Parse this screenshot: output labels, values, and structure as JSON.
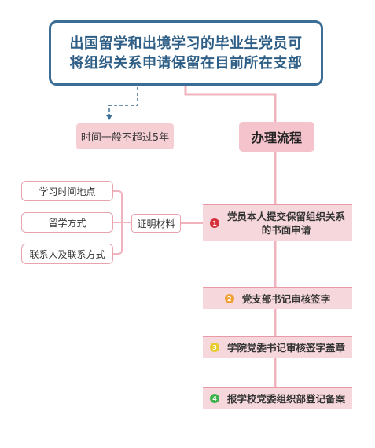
{
  "title": {
    "line1": "出国留学和出境学习的毕业生党员可",
    "line2": "将组织关系申请保留在目前所在支部"
  },
  "time_limit": "时间一般不超过5年",
  "flow_title": "办理流程",
  "steps": [
    {
      "number": "1",
      "label": "党员本人提交保留组织关系的书面申请",
      "color": "#d6323c"
    },
    {
      "number": "2",
      "label": "党支部书记审核签字",
      "color": "#f0a033"
    },
    {
      "number": "3",
      "label": "学院党委书记审核签字盖章",
      "color": "#e8cc2d"
    },
    {
      "number": "4",
      "label": "报学校党委组织部登记备案",
      "color": "#3db14b"
    }
  ],
  "proof_label": "证明材料",
  "proof_items": [
    "学习时间地点",
    "留学方式",
    "联系人及联系方式"
  ],
  "colors": {
    "title_border": "#3b6e96",
    "connector_pink": "#f0b3bd",
    "connector_blue": "#3b6e96"
  }
}
